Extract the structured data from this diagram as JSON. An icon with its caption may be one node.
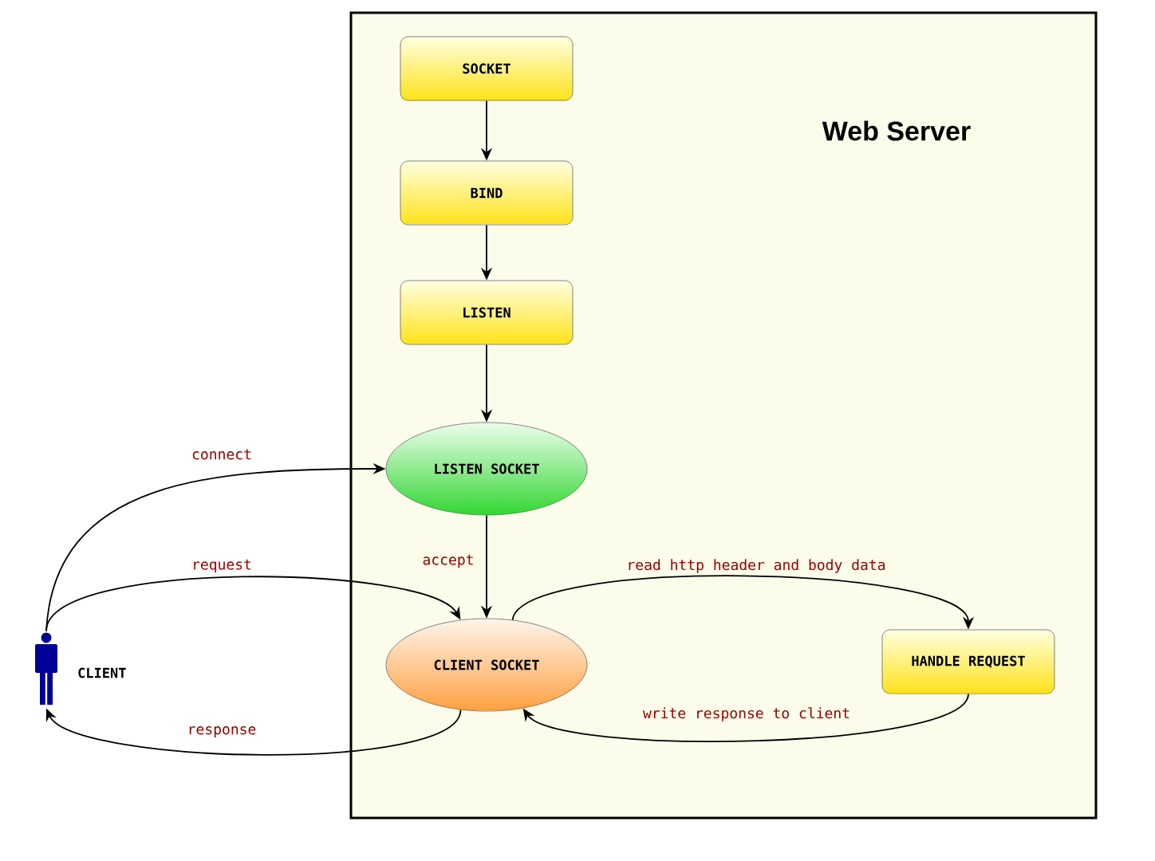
{
  "diagram": {
    "nodes": [
      {
        "text": [
          "Web Server"
        ]
      },
      {
        "text": [
          "SOCKET"
        ],
        "in": 0
      },
      {
        "text": [
          "BIND"
        ],
        "in": 0
      },
      {
        "text": [
          "LISTEN"
        ],
        "in": 0
      },
      {
        "text": [
          "LISTEN SOCKET"
        ],
        "in": 0
      },
      {
        "text": [
          "CLIENT SOCKET"
        ],
        "in": 0
      },
      {
        "text": [
          "HANDLE REQUEST"
        ],
        "in": 0
      },
      {
        "text": [],
        "shape": "person",
        "beside": [
          "CLIENT"
        ]
      }
    ],
    "edges": [
      {
        "from": 1,
        "to": 2,
        "arrow": "to"
      },
      {
        "from": 2,
        "to": 3,
        "arrow": "to"
      },
      {
        "from": 3,
        "to": 4,
        "arrow": "to"
      },
      {
        "from": 4,
        "to": 5,
        "arrow": "to",
        "label": "accept"
      },
      {
        "from": 7,
        "to": 4,
        "arrow": "to",
        "label": "connect"
      },
      {
        "from": 7,
        "to": 5,
        "arrow": "to",
        "label": "request"
      },
      {
        "from": 5,
        "to": 6,
        "arrow": "to",
        "label": "read http header and body data"
      },
      {
        "from": 6,
        "to": 5,
        "arrow": "to",
        "label": "write response to client"
      },
      {
        "from": 5,
        "to": 7,
        "arrow": "to",
        "label": "response"
      }
    ]
  }
}
